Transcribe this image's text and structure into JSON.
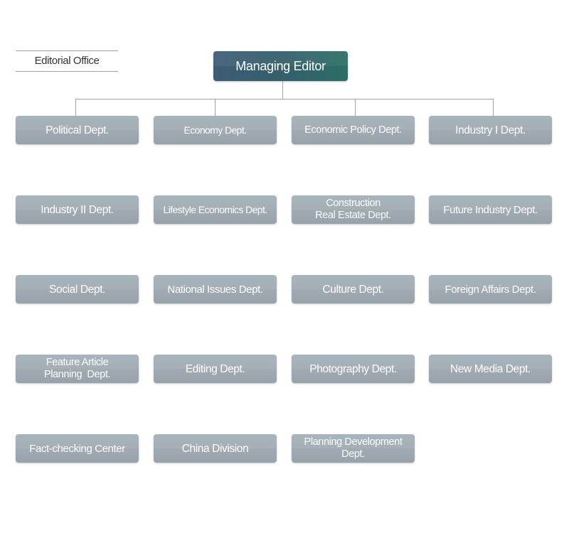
{
  "office_label": "Editorial Office",
  "root": {
    "label": "Managing Editor"
  },
  "departments": [
    "Political Dept.",
    "Economy Dept.",
    "Economic Policy Dept.",
    "Industry I Dept.",
    "Industry II Dept.",
    "Lifestyle Economics Dept.",
    "Construction\nReal Estate Dept.",
    "Future Industry Dept.",
    "Social Dept.",
    "National Issues Dept.",
    "Culture Dept.",
    "Foreign Affairs Dept.",
    "Feature Article\nPlanning  Dept.",
    "Editing Dept.",
    "Photography Dept.",
    "New Media Dept.",
    "Fact-checking Center",
    "China Division",
    "Planning Development\nDept."
  ],
  "colors": {
    "root_gradient_start": "#3e5c75",
    "root_gradient_end": "#2c6e66",
    "dept_fill": "#a0abb3",
    "connector": "#9ea5ab"
  }
}
